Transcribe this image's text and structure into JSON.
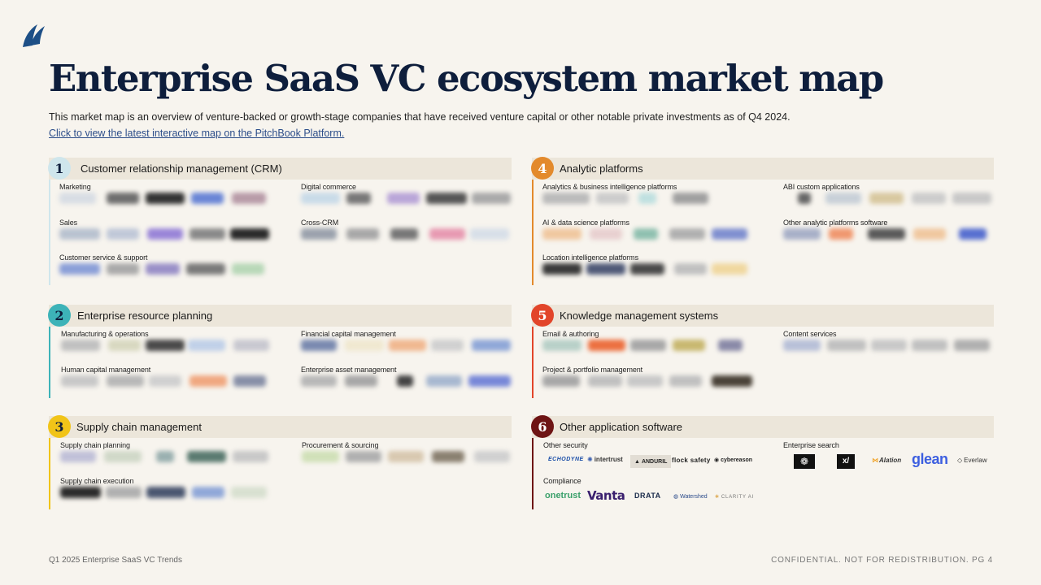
{
  "header": {
    "title": "Enterprise SaaS VC ecosystem market map",
    "subtitle": "This market map is an overview of venture-backed or growth-stage companies that have received venture capital or other notable private investments as of Q4 2024.",
    "link_text": "Click to view the latest interactive map on the PitchBook Platform."
  },
  "sections": [
    {
      "number": "1",
      "title": "Customer relationship management (CRM)",
      "color": "#cfe6ec",
      "categories": [
        "Marketing",
        "Digital commerce",
        "Sales",
        "Cross-CRM",
        "Customer service & support"
      ]
    },
    {
      "number": "4",
      "title": "Analytic platforms",
      "color": "#e38a2c",
      "categories": [
        "Analytics & business intelligence platforms",
        "ABI custom applications",
        "AI & data science platforms",
        "Other analytic platforms software",
        "Location intelligence platforms"
      ]
    },
    {
      "number": "2",
      "title": "Enterprise resource planning",
      "color": "#3db3b8",
      "categories": [
        "Manufacturing & operations",
        "Financial capital management",
        "Human capital management",
        "Enterprise asset management"
      ]
    },
    {
      "number": "5",
      "title": "Knowledge management systems",
      "color": "#e2452a",
      "categories": [
        "Email & authoring",
        "Content services",
        "Project & portfolio management"
      ]
    },
    {
      "number": "3",
      "title": "Supply chain management",
      "color": "#f1c418",
      "categories": [
        "Supply chain planning",
        "Procurement & sourcing",
        "Supply chain execution"
      ]
    },
    {
      "number": "6",
      "title": "Other application software",
      "color": "#6e1414",
      "categories": [
        "Other security",
        "Enterprise search",
        "Compliance"
      ]
    }
  ],
  "visible_logos": {
    "other_security": [
      "ECHODYNE",
      "intertrust",
      "ANDURIL",
      "flock safety",
      "cybereason"
    ],
    "enterprise_search": [
      "OpenAI",
      "xAI",
      "Alation",
      "glean",
      "Everlaw"
    ],
    "compliance": [
      "onetrust",
      "Vanta",
      "DRATA",
      "Watershed",
      "CLARITY AI"
    ]
  },
  "footer": {
    "left": "Q1 2025 Enterprise SaaS VC Trends",
    "right": "CONFIDENTIAL. NOT FOR REDISTRIBUTION.  PG 4"
  }
}
